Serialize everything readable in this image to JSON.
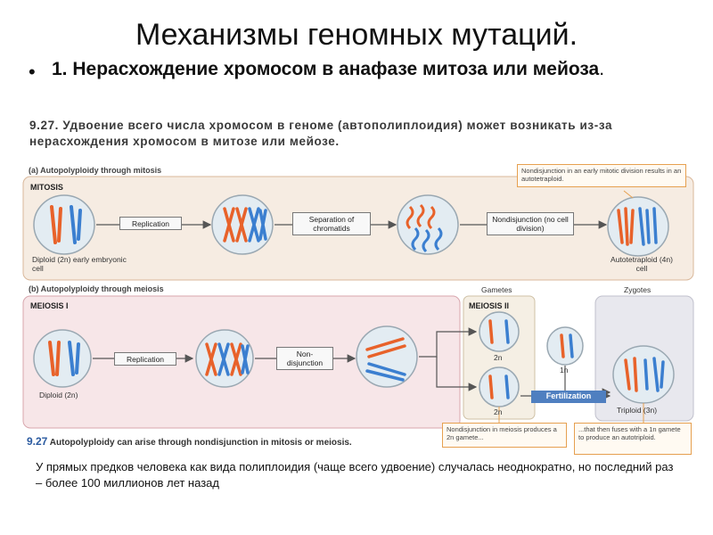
{
  "slide": {
    "title": "Механизмы геномных мутаций.",
    "bullet_dot": "•",
    "bullet_main": "1. Нерасхождение хромосом в анафазе митоза или мейоза",
    "bullet_end": ".",
    "footer": "У прямых предков человека как вида полиплоидия (чаще всего удвоение) случалась неоднократно, но последний раз – более 100 миллионов лет назад"
  },
  "figure": {
    "heading": "9.27. Удвоение всего числа хромосом в геноме (автополиплоидия) может возникать из-за нерасхождения хромосом в митозе или мейозе.",
    "panel_a": {
      "title": "(a) Autopolyploidy through mitosis",
      "section": "MITOSIS",
      "callout": "Nondisjunction in an early mitotic division results in an autotetraploid.",
      "step_replication": "Replication",
      "step_separation": "Separation of chromatids",
      "step_nondisjunction": "Nondisjunction (no cell division)",
      "label_start": "Diploid (2n) early embryonic cell",
      "label_end": "Autotetraploid (4n) cell"
    },
    "panel_b": {
      "title": "(b) Autopolyploidy through meiosis",
      "gametes_label": "Gametes",
      "zygotes_label": "Zygotes",
      "section": "MEIOSIS I",
      "section2": "MEIOSIS II",
      "step_replication": "Replication",
      "step_nondisjunction": "Non-disjunction",
      "label_start": "Diploid (2n)",
      "label_2n_top": "2n",
      "label_2n_bottom": "2n",
      "label_1n": "1n",
      "fertilization": "Fertilization",
      "label_triploid": "Triploid (3n)",
      "callout_left": "Nondisjunction in meiosis produces a 2n gamete...",
      "callout_right": "...that then fuses with a 1n gamete to produce an autotriploid."
    },
    "caption_num": "9.27",
    "caption": "Autopolyploidy can arise through nondisjunction in mitosis or meiosis."
  },
  "colors": {
    "orange": "#e8622a",
    "blue": "#3b7fd0",
    "panel_a_bg": "#f6ece2",
    "panel_b_bg": "#f7e6e8",
    "zygote_bg": "#e8e8ee",
    "cell_fill": "#e3ecf2",
    "fertilization_bg": "#4f7fc0"
  }
}
